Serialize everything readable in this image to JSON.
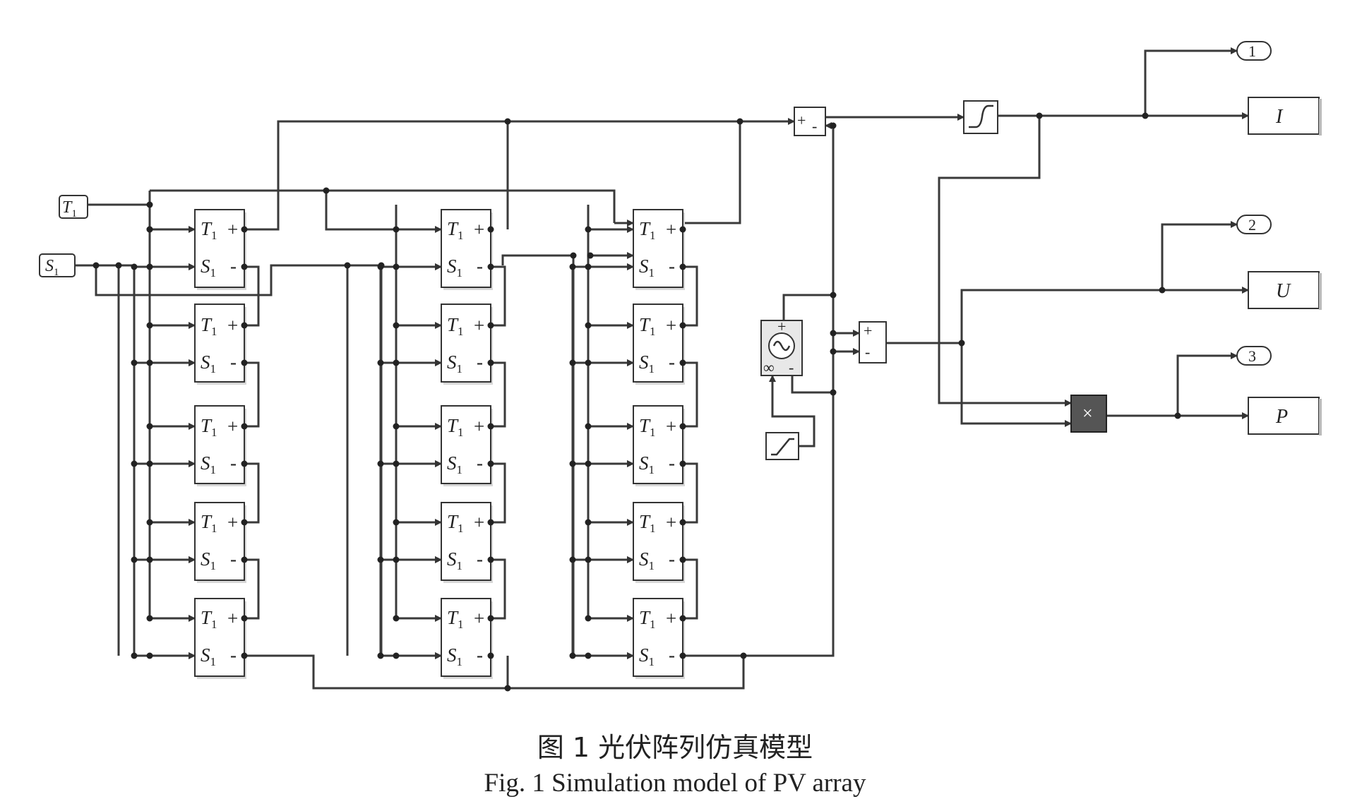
{
  "diagram": {
    "inputs": {
      "temperature": "T1",
      "irradiance": "S1"
    },
    "module": {
      "t_port": "T",
      "s_port": "S",
      "subscript": "1",
      "plus": "+",
      "minus": "-"
    },
    "sum_block": {
      "plus": "+",
      "minus": "-"
    },
    "source_block": {
      "plus": "+",
      "minus": "-",
      "inf": "∞"
    },
    "product_symbol": "×",
    "outports": [
      {
        "num": "1"
      },
      {
        "num": "2"
      },
      {
        "num": "3"
      }
    ],
    "displays": [
      {
        "label": "I"
      },
      {
        "label": "U"
      },
      {
        "label": "P"
      }
    ]
  },
  "caption": {
    "chinese": "图 1  光伏阵列仿真模型",
    "english": "Fig. 1  Simulation model of PV array"
  }
}
